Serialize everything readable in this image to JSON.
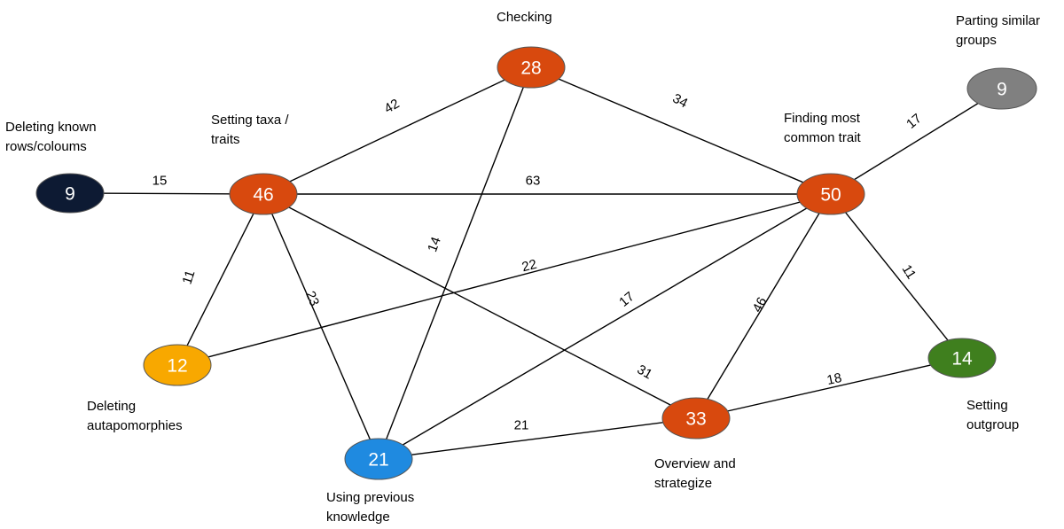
{
  "nodes": [
    {
      "id": "deleting-known",
      "value": "9",
      "fill": "#0d1a33",
      "text_color": "#ffffff",
      "label_lines": [
        "Deleting known",
        "rows/coloums"
      ]
    },
    {
      "id": "setting-taxa",
      "value": "46",
      "fill": "#d8490e",
      "text_color": "#ffffff",
      "label_lines": [
        "Setting taxa /",
        "traits"
      ]
    },
    {
      "id": "checking",
      "value": "28",
      "fill": "#d8490e",
      "text_color": "#ffffff",
      "label_lines": [
        "Checking"
      ]
    },
    {
      "id": "finding-common",
      "value": "50",
      "fill": "#d8490e",
      "text_color": "#ffffff",
      "label_lines": [
        "Finding most",
        "common trait"
      ]
    },
    {
      "id": "parting-similar",
      "value": "9",
      "fill": "#808080",
      "text_color": "#ffffff",
      "label_lines": [
        "Parting similar",
        "groups"
      ]
    },
    {
      "id": "deleting-autapomorphies",
      "value": "12",
      "fill": "#f8a800",
      "text_color": "#ffffff",
      "label_lines": [
        "Deleting",
        "autapomorphies"
      ]
    },
    {
      "id": "using-previous",
      "value": "21",
      "fill": "#1f8ae0",
      "text_color": "#ffffff",
      "label_lines": [
        "Using previous",
        "knowledge"
      ]
    },
    {
      "id": "overview",
      "value": "33",
      "fill": "#d8490e",
      "text_color": "#ffffff",
      "label_lines": [
        "Overview and",
        "strategize"
      ]
    },
    {
      "id": "setting-outgroup",
      "value": "14",
      "fill": "#3f7f1e",
      "text_color": "#ffffff",
      "label_lines": [
        "Setting",
        "outgroup"
      ]
    }
  ],
  "edges": [
    {
      "from": "deleting-known",
      "to": "setting-taxa",
      "weight": "15"
    },
    {
      "from": "setting-taxa",
      "to": "checking",
      "weight": "42"
    },
    {
      "from": "setting-taxa",
      "to": "finding-common",
      "weight": "63"
    },
    {
      "from": "checking",
      "to": "finding-common",
      "weight": "34"
    },
    {
      "from": "finding-common",
      "to": "parting-similar",
      "weight": "17"
    },
    {
      "from": "setting-taxa",
      "to": "deleting-autapomorphies",
      "weight": "11"
    },
    {
      "from": "setting-taxa",
      "to": "using-previous",
      "weight": "23"
    },
    {
      "from": "checking",
      "to": "using-previous",
      "weight": "14"
    },
    {
      "from": "deleting-autapomorphies",
      "to": "finding-common",
      "weight": "22"
    },
    {
      "from": "using-previous",
      "to": "finding-common",
      "weight": "17"
    },
    {
      "from": "setting-taxa",
      "to": "overview",
      "weight": "31"
    },
    {
      "from": "overview",
      "to": "finding-common",
      "weight": "46"
    },
    {
      "from": "finding-common",
      "to": "setting-outgroup",
      "weight": "11"
    },
    {
      "from": "using-previous",
      "to": "overview",
      "weight": "21"
    },
    {
      "from": "overview",
      "to": "setting-outgroup",
      "weight": "18"
    }
  ]
}
